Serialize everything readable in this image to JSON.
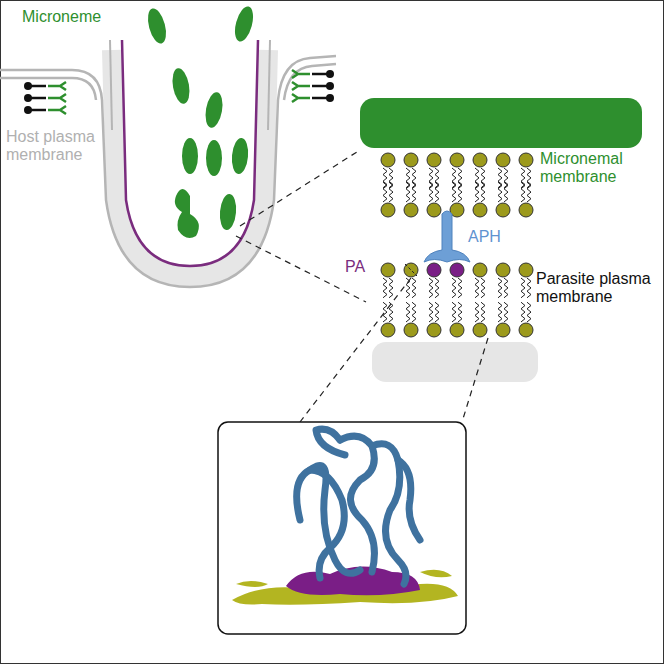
{
  "diagram": {
    "labels": [
      "Microneme",
      "Host plasma membrane",
      "Micronemal membrane",
      "PA",
      "APH",
      "Parasite plasma membrane"
    ]
  }
}
